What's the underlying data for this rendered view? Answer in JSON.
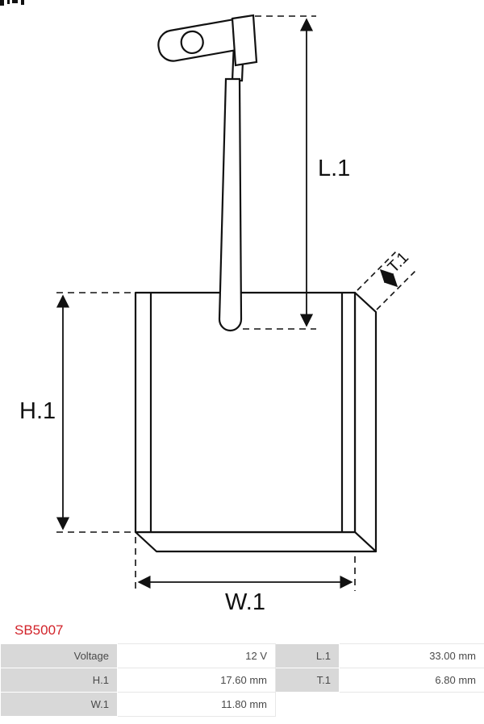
{
  "part_number": "SB5007",
  "drawing": {
    "labels": {
      "l1": "L.1",
      "h1": "H.1",
      "w1": "W.1",
      "t1": "T.1"
    }
  },
  "spec_table": {
    "rows": [
      {
        "label1": "Voltage",
        "value1": "12 V",
        "label2": "L.1",
        "value2": "33.00 mm"
      },
      {
        "label1": "H.1",
        "value1": "17.60 mm",
        "label2": "T.1",
        "value2": "6.80 mm"
      },
      {
        "label1": "W.1",
        "value1": "11.80 mm",
        "label2": "",
        "value2": ""
      }
    ]
  },
  "colors": {
    "part_number": "#d2232a",
    "table_label_bg": "#d8d8d8",
    "line": "#111111"
  }
}
